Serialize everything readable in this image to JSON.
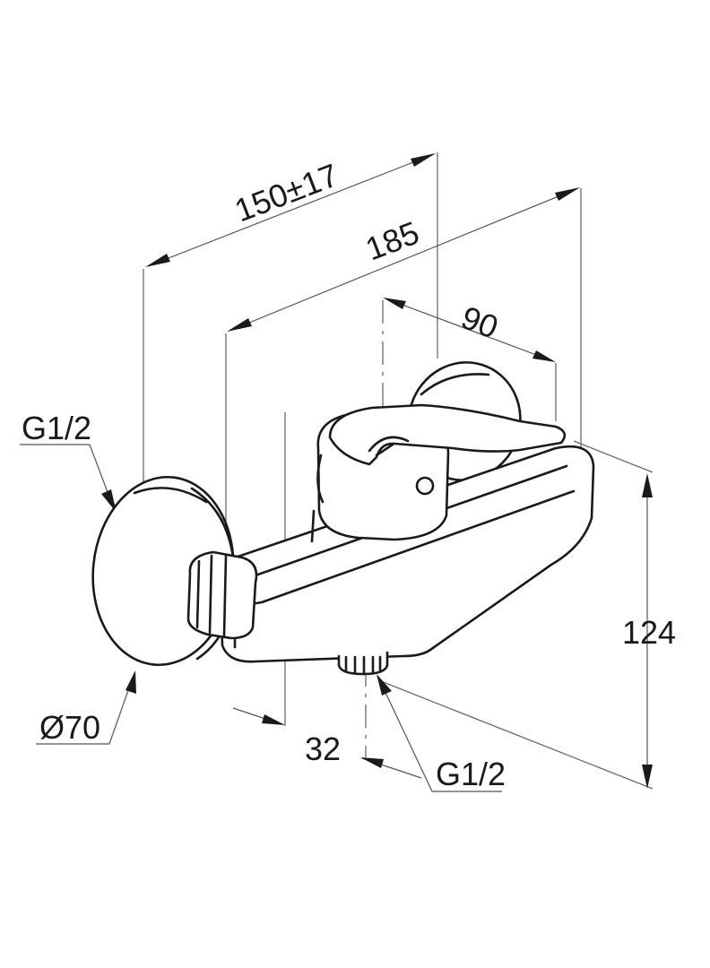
{
  "diagram": {
    "dimensions": {
      "wall_pipe_distance": "150±17",
      "total_length": "185",
      "spout_to_lever": "90",
      "height": "124",
      "outlet_offset": "32",
      "rosette_diameter": "Ø70"
    },
    "threads": {
      "inlet": "G1/2",
      "outlet": "G1/2"
    }
  }
}
